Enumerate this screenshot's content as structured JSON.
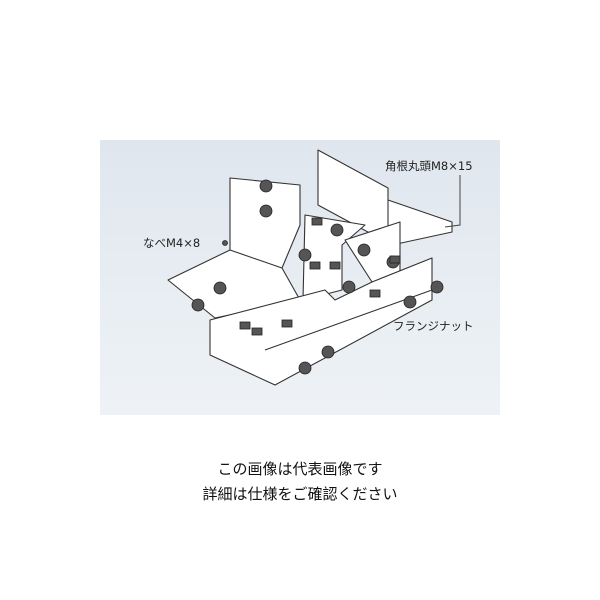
{
  "diagram": {
    "labels": {
      "square_neck_bolt": "角根丸頭M8×15",
      "pan_screw": "なべM4×8",
      "flange_nut": "フランジナット"
    }
  },
  "caption": {
    "line1": "この画像は代表画像です",
    "line2": "詳細は仕様をご確認ください"
  }
}
